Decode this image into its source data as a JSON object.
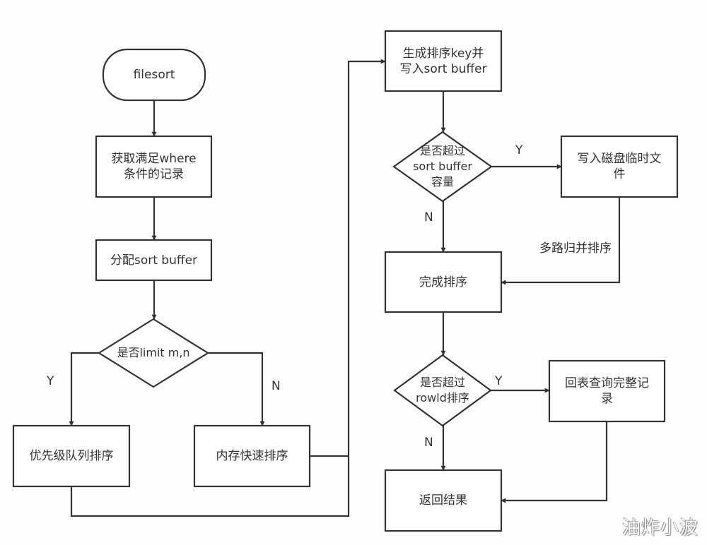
{
  "diagram": {
    "type": "flowchart",
    "nodes": {
      "start": {
        "text": "filesort",
        "shape": "terminator"
      },
      "fetch": {
        "text": "获取满足where\n条件的记录",
        "shape": "process"
      },
      "alloc": {
        "text": "分配sort buffer",
        "shape": "process"
      },
      "limit": {
        "text": "是否limit m,n",
        "shape": "decision"
      },
      "pq": {
        "text": "优先级队列排序",
        "shape": "process"
      },
      "quick": {
        "text": "内存快速排序",
        "shape": "process"
      },
      "genkey": {
        "text": "生成排序key并\n写入sort buffer",
        "shape": "process"
      },
      "exceed": {
        "text": "是否超过\nsort buffer\n容量",
        "shape": "decision"
      },
      "disk": {
        "text": "写入磁盘临时文\n件",
        "shape": "process"
      },
      "done": {
        "text": "完成排序",
        "shape": "process"
      },
      "rowid": {
        "text": "是否超过\nrowld排序",
        "shape": "decision"
      },
      "lookup": {
        "text": "回表查询完整记\n录",
        "shape": "process"
      },
      "result": {
        "text": "返回结果",
        "shape": "process"
      }
    },
    "edges": [
      {
        "from": "start",
        "to": "fetch",
        "label": ""
      },
      {
        "from": "fetch",
        "to": "alloc",
        "label": ""
      },
      {
        "from": "alloc",
        "to": "limit",
        "label": ""
      },
      {
        "from": "limit",
        "to": "pq",
        "label": "Y"
      },
      {
        "from": "limit",
        "to": "quick",
        "label": "N"
      },
      {
        "from": "pq",
        "to": "genkey",
        "label": ""
      },
      {
        "from": "quick",
        "to": "genkey",
        "label": ""
      },
      {
        "from": "genkey",
        "to": "exceed",
        "label": ""
      },
      {
        "from": "exceed",
        "to": "disk",
        "label": "Y"
      },
      {
        "from": "exceed",
        "to": "done",
        "label": "N"
      },
      {
        "from": "disk",
        "to": "done",
        "label": "多路归并排序"
      },
      {
        "from": "done",
        "to": "rowid",
        "label": ""
      },
      {
        "from": "rowid",
        "to": "lookup",
        "label": "Y"
      },
      {
        "from": "rowid",
        "to": "result",
        "label": "N"
      },
      {
        "from": "lookup",
        "to": "result",
        "label": ""
      }
    ],
    "labels": {
      "limit_yes": "Y",
      "limit_no": "N",
      "exceed_yes": "Y",
      "exceed_no": "N",
      "merge": "多路归并排序",
      "rowid_yes": "Y",
      "rowid_no": "N"
    }
  },
  "watermark": "油炸小波",
  "colors": {
    "stroke": "#333333",
    "fill": "#ffffff",
    "text": "#333333",
    "background": "#fdfdfd"
  }
}
